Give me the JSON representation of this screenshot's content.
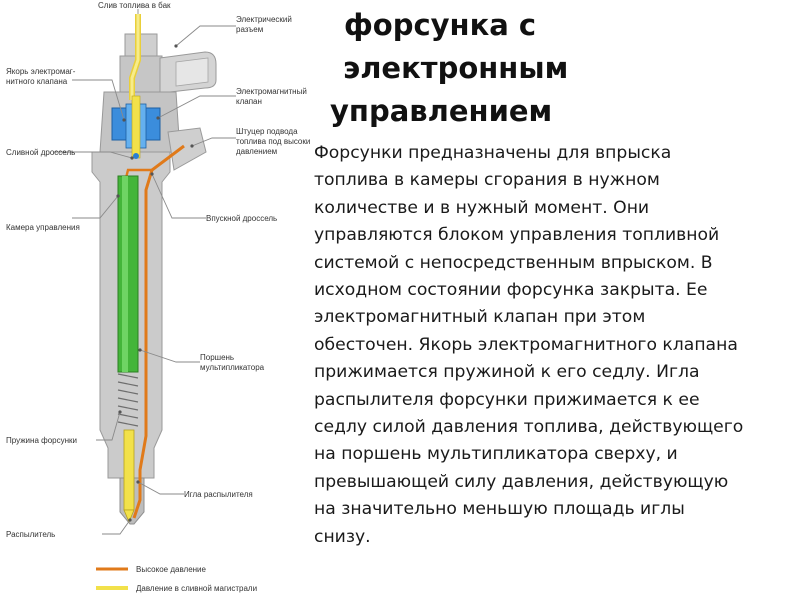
{
  "title": {
    "line1": "форсунка с",
    "line2": "электронным",
    "line3": "управлением"
  },
  "body_text": "Форсунки предназначены для впрыска\nтоплива в камеры сгорания в нужном\nколичестве и в нужный момент. Они\nуправляются блоком управления топливной\nсистемой  с непосредственным впрыском. В\nисходном состоянии форсунка закрыта. Ее\nэлектромагнитный клапан при этом\nобесточен. Якорь электромагнитного клапана\nприжимается пружиной к его седлу. Игла\nраспылителя форсунки прижимается к ее\nседлу силой давления топлива, действующего\nна поршень мультипликатора сверху, и\nпревышающей силу давления, действующую\nна значительно меньшую площадь иглы\nснизу.",
  "diagram": {
    "labels": {
      "fuel_return": "Слив топлива в бак",
      "connector_1": "Электрический",
      "connector_2": "разъем",
      "armature_1": "Якорь электромаг-",
      "armature_2": "нитного клапана",
      "solenoid_1": "Электромагнитный",
      "solenoid_2": "клапан",
      "inlet_1": "Штуцер подвода",
      "inlet_2": "топлива под высоким",
      "inlet_3": "давлением",
      "drain_throttle": "Сливной дроссель",
      "control_chamber": "Камера управления",
      "inlet_throttle": "Впускной дроссель",
      "piston_1": "Поршень",
      "piston_2": "мультипликатора",
      "spring": "Пружина форсунки",
      "needle": "Игла распылителя",
      "nozzle": "Распылитель"
    },
    "legend": [
      {
        "label": "Высокое давление",
        "color": "#e07a1a"
      },
      {
        "label": "Давление в сливной магистрали",
        "color": "#f2e14a"
      }
    ],
    "colors": {
      "body": "#c9c9c9",
      "body_dark": "#9a9a9a",
      "high_pressure": "#e07a1a",
      "return_pressure": "#f2e14a",
      "solenoid": "#2a7fd4",
      "plunger": "#3aa832"
    }
  }
}
